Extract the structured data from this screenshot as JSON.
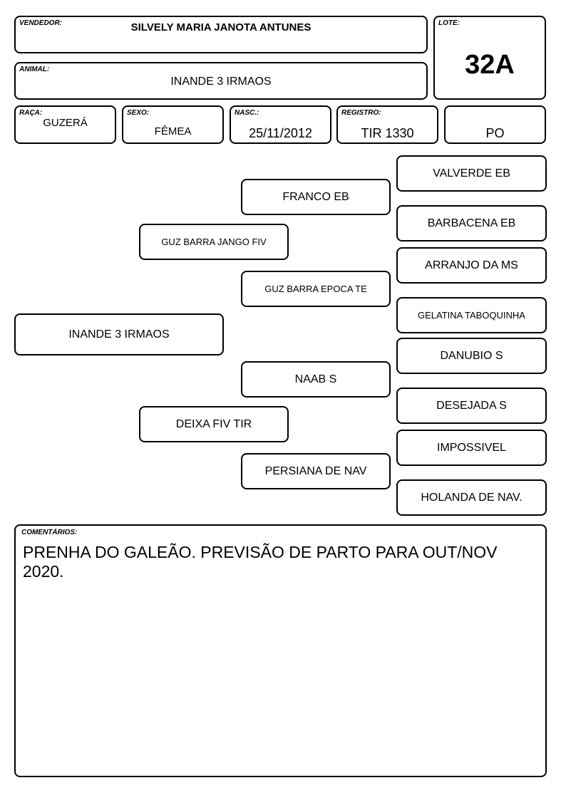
{
  "header": {
    "vendedor": {
      "label": "VENDEDOR:",
      "value": "SILVELY MARIA JANOTA ANTUNES"
    },
    "lote": {
      "label": "LOTE:",
      "value": "32A"
    },
    "animal": {
      "label": "ANIMAL:",
      "value": "INANDE 3 IRMAOS"
    },
    "raca": {
      "label": "RAÇA:",
      "value": "GUZERÁ"
    },
    "sexo": {
      "label": "SEXO:",
      "value": "FÊMEA"
    },
    "nasc": {
      "label": "NASC.:",
      "value": "25/11/2012"
    },
    "registro": {
      "label": "REGISTRO:",
      "value": "TIR 1330"
    },
    "categoria": {
      "value": "PO"
    }
  },
  "pedigree": {
    "animal": "INANDE 3 IRMAOS",
    "sire": "GUZ BARRA JANGO FIV",
    "dam": "DEIXA FIV TIR",
    "sire_sire": "FRANCO EB",
    "sire_dam": "GUZ BARRA EPOCA TE",
    "dam_sire": "NAAB  S",
    "dam_dam": "PERSIANA DE NAV",
    "ggp": [
      "VALVERDE EB",
      "BARBACENA EB",
      "ARRANJO DA MS",
      "GELATINA TABOQUINHA",
      "DANUBIO S",
      "DESEJADA S",
      "IMPOSSIVEL",
      "HOLANDA DE NAV."
    ]
  },
  "comments": {
    "label": "COMENTÁRIOS:",
    "text": "PRENHA DO GALEÃO. PREVISÃO DE PARTO PARA OUT/NOV 2020."
  }
}
